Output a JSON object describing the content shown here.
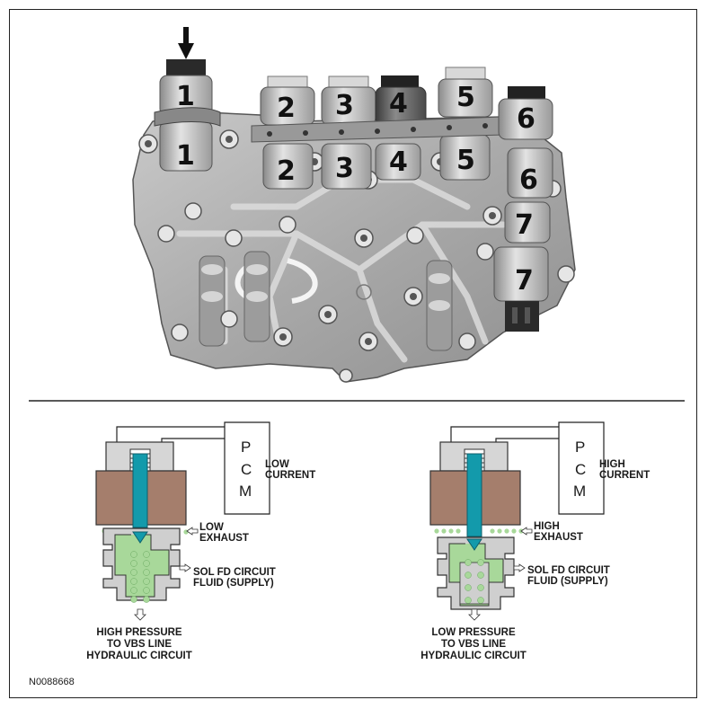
{
  "photo": {
    "solenoid_numbers": [
      "1",
      "2",
      "3",
      "4",
      "5",
      "6",
      "7"
    ]
  },
  "left_panel": {
    "pcm_letters": [
      "P",
      "C",
      "M"
    ],
    "current_label_1": "LOW",
    "current_label_2": "CURRENT",
    "exhaust_label_1": "LOW",
    "exhaust_label_2": "EXHAUST",
    "sol_label_1": "SOL FD CIRCUIT",
    "sol_label_2": "FLUID (SUPPLY)",
    "bottom_1": "HIGH PRESSURE",
    "bottom_2": "TO VBS LINE",
    "bottom_3": "HYDRAULIC CIRCUIT"
  },
  "right_panel": {
    "pcm_letters": [
      "P",
      "C",
      "M"
    ],
    "current_label_1": "HIGH",
    "current_label_2": "CURRENT",
    "exhaust_label_1": "HIGH",
    "exhaust_label_2": "EXHAUST",
    "sol_label_1": "SOL FD CIRCUIT",
    "sol_label_2": "FLUID (SUPPLY)",
    "bottom_1": "LOW PRESSURE",
    "bottom_2": "TO VBS LINE",
    "bottom_3": "HYDRAULIC CIRCUIT"
  },
  "figure_id": "N0088668",
  "colors": {
    "coil": "#a57e6c",
    "plunger": "#139aab",
    "fluid": "#a8d89a",
    "body_gray": "#cfcfcf",
    "casting": "#b9b9b9"
  }
}
